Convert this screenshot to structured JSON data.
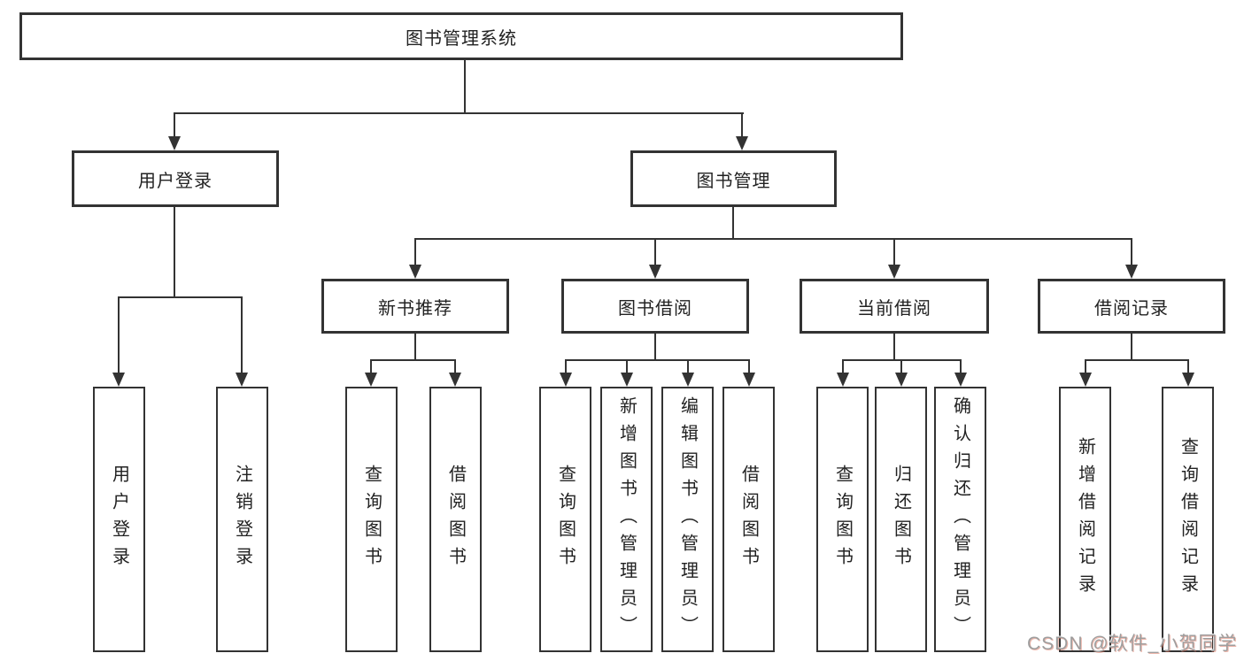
{
  "diagram": {
    "title": "图书管理系统",
    "root": {
      "label": "图书管理系统"
    },
    "level1": [
      {
        "label": "用户登录"
      },
      {
        "label": "图书管理"
      }
    ],
    "level2": [
      {
        "label": "新书推荐",
        "parent": "图书管理"
      },
      {
        "label": "图书借阅",
        "parent": "图书管理"
      },
      {
        "label": "当前借阅",
        "parent": "图书管理"
      },
      {
        "label": "借阅记录",
        "parent": "图书管理"
      }
    ],
    "leaves": [
      {
        "label": "用户登录",
        "parent": "用户登录"
      },
      {
        "label": "注销登录",
        "parent": "用户登录"
      },
      {
        "label": "查询图书",
        "parent": "新书推荐"
      },
      {
        "label": "借阅图书",
        "parent": "新书推荐"
      },
      {
        "label": "查询图书",
        "parent": "图书借阅"
      },
      {
        "label": "新增图书（管理员）",
        "parent": "图书借阅"
      },
      {
        "label": "编辑图书（管理员）",
        "parent": "图书借阅"
      },
      {
        "label": "借阅图书",
        "parent": "图书借阅"
      },
      {
        "label": "查询图书",
        "parent": "当前借阅"
      },
      {
        "label": "归还图书",
        "parent": "当前借阅"
      },
      {
        "label": "确认归还（管理员）",
        "parent": "当前借阅"
      },
      {
        "label": "新增借阅记录",
        "parent": "借阅记录"
      },
      {
        "label": "查询借阅记录",
        "parent": "借阅记录"
      }
    ]
  },
  "watermark": {
    "text": "CSDN @软件_小贺同学"
  },
  "colors": {
    "line": "#333333",
    "text": "#222222",
    "background": "#ffffff",
    "watermark": "#9e9e9e"
  }
}
